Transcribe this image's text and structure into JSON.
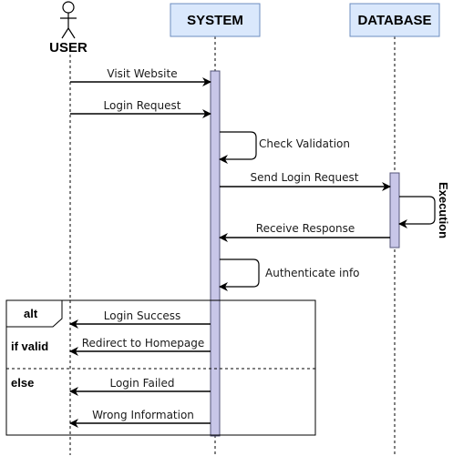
{
  "actors": {
    "user": "USER",
    "system": "SYSTEM",
    "database": "DATABASE"
  },
  "messages": {
    "visit_website": "Visit Website",
    "login_request": "Login Request",
    "check_validation": "Check Validation",
    "send_login_request": "Send Login Request",
    "execution": "Execution",
    "receive_response": "Receive Response",
    "authenticate_info": "Authenticate info",
    "login_success": "Login Success",
    "redirect_homepage": "Redirect to Homepage",
    "login_failed": "Login Failed",
    "wrong_information": "Wrong Information"
  },
  "fragment": {
    "operator": "alt",
    "guard_valid": "if valid",
    "guard_else": "else"
  },
  "colors": {
    "header_fill": "#dae8fc",
    "header_stroke": "#6c8ebf",
    "activation_fill": "#c8c6e8",
    "activation_stroke": "#55557a"
  }
}
